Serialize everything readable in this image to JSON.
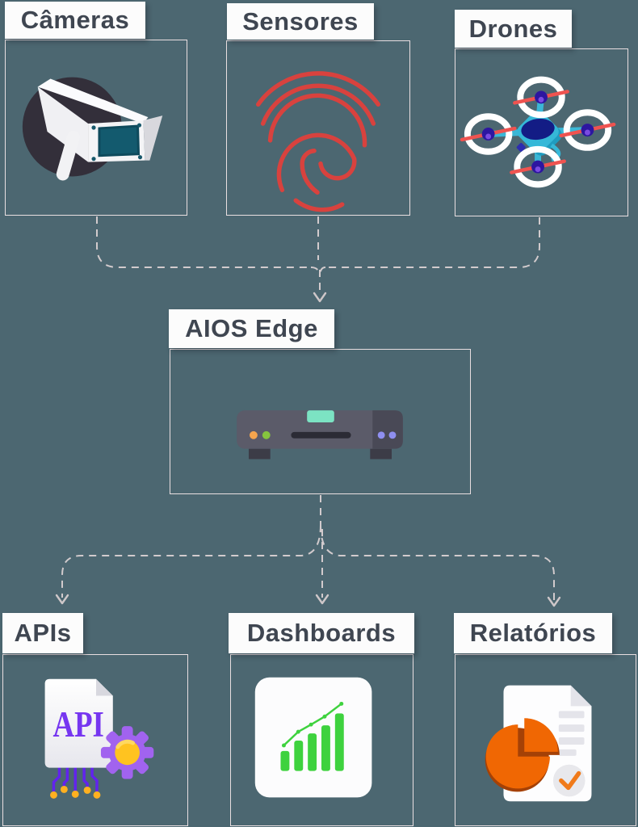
{
  "diagram": {
    "background": "#4C6771",
    "nodes": {
      "cameras": {
        "label": "Câmeras",
        "icon": "cctv-camera-icon"
      },
      "sensores": {
        "label": "Sensores",
        "icon": "fingerprint-icon"
      },
      "drones": {
        "label": "Drones",
        "icon": "drone-icon"
      },
      "aios_edge": {
        "label": "AIOS Edge",
        "icon": "edge-device-icon"
      },
      "apis": {
        "label": "APIs",
        "icon": "api-document-icon",
        "icon_text": "API"
      },
      "dashboards": {
        "label": "Dashboards",
        "icon": "growth-chart-icon"
      },
      "relatorios": {
        "label": "Relatórios",
        "icon": "report-pie-icon"
      }
    },
    "edges": [
      {
        "from": "cameras",
        "to": "aios_edge",
        "style": "dashed-arrow"
      },
      {
        "from": "sensores",
        "to": "aios_edge",
        "style": "dashed-arrow"
      },
      {
        "from": "drones",
        "to": "aios_edge",
        "style": "dashed-arrow"
      },
      {
        "from": "aios_edge",
        "to": "apis",
        "style": "dashed-arrow"
      },
      {
        "from": "aios_edge",
        "to": "dashboards",
        "style": "dashed-arrow"
      },
      {
        "from": "aios_edge",
        "to": "relatorios",
        "style": "dashed-arrow"
      }
    ],
    "colors": {
      "background": "#4C6771",
      "node_border": "#E9DFE1",
      "label_bg": "#FCFCFC",
      "label_text": "#3F4651",
      "connector": "#D2CBCD",
      "fingerprint_red": "#D8423E",
      "drone_teal": "#35B8D8",
      "drone_navy": "#131C85",
      "blade_red": "#EF5350",
      "camera_circle": "#332F3A",
      "camera_screen": "#135A6E",
      "device_body": "#5B5B69",
      "device_mint": "#7CE3C3",
      "led_orange": "#F5A54E",
      "led_green": "#86C53E",
      "led_purple": "#8F8FF0",
      "api_text_purple": "#7636F0",
      "gear_purple": "#A163EF",
      "gear_center_yellow": "#FFC320",
      "circuit_purple": "#6223EE",
      "circuit_dot_yellow": "#FFB020",
      "chart_green": "#3ED23E",
      "pie_orange": "#F06703",
      "pie_shadow": "#A54106",
      "check_orange": "#F07A1A"
    }
  }
}
